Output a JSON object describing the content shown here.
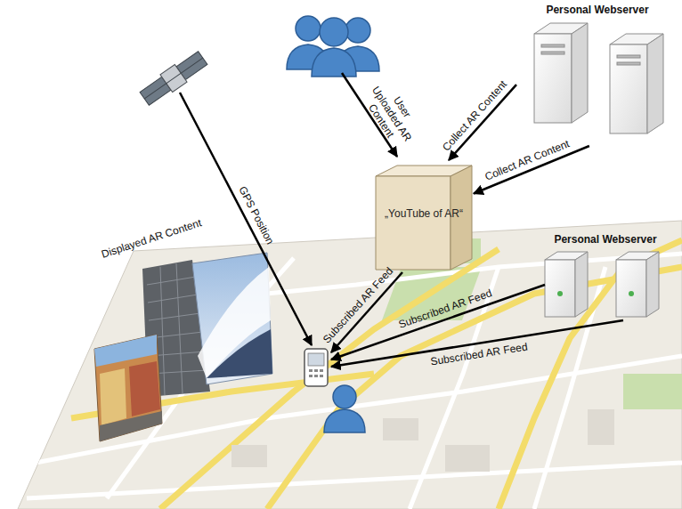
{
  "diagram": {
    "nodes": [
      {
        "text": [
          "Personal Webserver"
        ]
      },
      {
        "text": [
          "„YouTube of AR“"
        ]
      },
      {
        "text": [
          "Personal Webserver"
        ]
      }
    ],
    "edges": [
      {
        "from": 0,
        "to": 1,
        "label": "Collect AR Content",
        "arrow": "to"
      },
      {
        "from": 0,
        "to": 1,
        "label": "Collect AR Content",
        "arrow": "to"
      }
    ],
    "labels": [
      "User Uploaded AR Content",
      "GPS Position",
      "Subscribed AR Feed",
      "Subscribed AR Feed",
      "Subscribed AR Feed",
      "Displayed AR Content"
    ]
  }
}
